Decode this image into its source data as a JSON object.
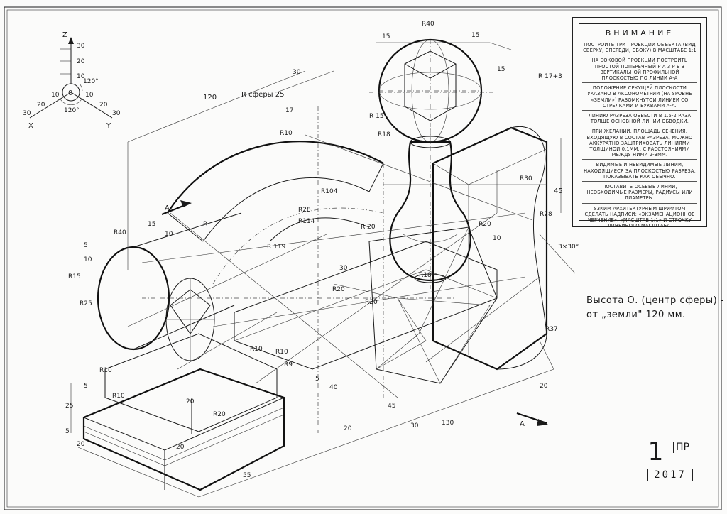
{
  "notice": {
    "title": "ВНИМАНИЕ",
    "items": [
      "ПОСТРОИТЬ ТРИ ПРОЕКЦИИ ОБЪЕКТА (ВИД СВЕРХУ, СПЕРЕДИ, СБОКУ) В МАСШТАБЕ 1:1",
      "НА БОКОВОЙ ПРОЕКЦИИ ПОСТРОИТЬ ПРОСТОЙ ПОПЕРЕЧНЫЙ Р А З Р Е З ВЕРТИКАЛЬНОЙ ПРОФИЛЬНОЙ ПЛОСКОСТЬЮ ПО ЛИНИИ А-А",
      "ПОЛОЖЕНИЕ СЕКУЩЕЙ ПЛОСКОСТИ УКАЗАНО В АКСОНОМЕТРИИ (НА УРОВНЕ «ЗЕМЛИ») РАЗОМКНУТОЙ ЛИНИЕЙ СО СТРЕЛКАМИ И БУКВАМИ А-А.",
      "ЛИНИЮ РАЗРЕЗА ОБВЕСТИ В 1.5-2 РАЗА ТОЛЩЕ ОСНОВНОЙ ЛИНИИ ОБВОДКИ.",
      "ПРИ ЖЕЛАНИИ, ПЛОЩАДЬ СЕЧЕНИЯ, ВХОДЯЩУЮ В СОСТАВ РАЗРЕЗА, МОЖНО АККУРАТНО ЗАШТРИХОВАТЬ ЛИНИЯМИ ТОЛЩИНОЙ 0,1ММ., С РАССТОЯНИЯМИ МЕЖДУ НИМИ 2-3ММ.",
      "ВИДИМЫЕ И НЕВИДИМЫЕ ЛИНИИ, НАХОДЯЩИЕСЯ ЗА ПЛОСКОСТЬЮ РАЗРЕЗА, ПОКАЗЫВАТЬ КАК ОБЫЧНО.",
      "ПОСТАВИТЬ ОСЕВЫЕ ЛИНИИ, НЕОБХОДИМЫЕ РАЗМЕРЫ, РАДИУСЫ ИЛИ ДИАМЕТРЫ.",
      "УЗКИМ АРХИТЕКТУРНЫМ ШРИФТОМ СДЕЛАТЬ НАДПИСИ: «ЭКЗАМЕНАЦИОННОЕ ЧЕРЧЕНИЕ», «МАСШТАБ 1:1» И СТРОЧКУ ЛИНЕЙНОГО МАСШТАБА."
    ]
  },
  "height_note": {
    "line1": "Высота О. (центр сферы) -",
    "line2": "от „земли\" 120 мм."
  },
  "stamp": {
    "number": "1",
    "code": "ПР",
    "year": "2017"
  },
  "axes": {
    "labels": {
      "z": "Z",
      "x": "X",
      "y": "Y",
      "origin": "0"
    },
    "z_ticks": [
      "30",
      "20",
      "10"
    ],
    "x_ticks": [
      "10",
      "20",
      "30"
    ],
    "y_ticks": [
      "10",
      "20",
      "30"
    ],
    "angle": "120°"
  },
  "dimensions": {
    "sphere": "R сферы 25",
    "r40_top": "R40",
    "d15a": "15",
    "d15b": "15",
    "r17": "R 17+3",
    "d15v": "15",
    "d120": "120",
    "d30": "30",
    "d17": "17",
    "r10a": "R10",
    "r15": "R 15",
    "r18": "R18",
    "d45": "45",
    "r30": "R30",
    "r28a": "R28",
    "r28b": "R28",
    "r104": "R104",
    "r114": "R114",
    "r20a": "R 20",
    "r20b": "R20",
    "r119": "R 119",
    "r40l": "R40",
    "d10a": "10",
    "d5a": "5",
    "r15l": "R15",
    "r25": "R25",
    "d10b": "10",
    "d15c": "15",
    "d30c": "30",
    "r20c": "R20",
    "r20d": "R20",
    "r18b": "R18",
    "angle3x30": "3×30°",
    "r37": "R37",
    "r10b": "R10",
    "r10c": "R10",
    "r9": "R9",
    "d5b": "5",
    "d40": "40",
    "r10d": "R10",
    "r10e": "R10",
    "r20e": "R20",
    "d25": "25",
    "d5c": "5",
    "d5d": "5",
    "d20a": "20",
    "d20b": "20",
    "d55": "55",
    "d45b": "45",
    "d30b": "30",
    "d130": "130",
    "d20c": "20",
    "d20d": "20",
    "sec_a1": "A",
    "sec_a2": "A",
    "r_small": "R",
    "d20e": "20",
    "d10c": "10"
  }
}
